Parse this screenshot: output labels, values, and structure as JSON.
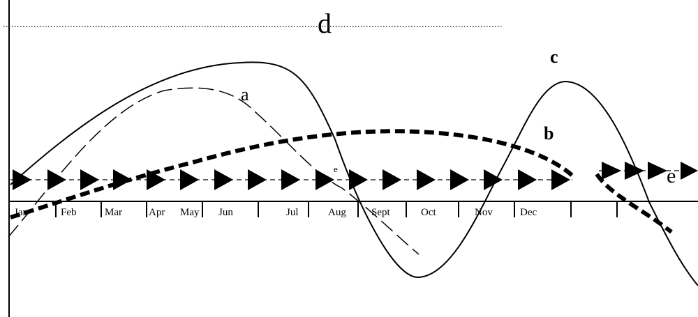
{
  "diagram": {
    "months": [
      "Jan",
      "Feb",
      "Mar",
      "Apr",
      "May",
      "Jun",
      "Jul",
      "Aug",
      "Sept",
      "Oct",
      "Nov",
      "Dec"
    ],
    "curve_labels": {
      "a": "a",
      "b": "b",
      "c": "c",
      "d": "d",
      "e": "e",
      "e_small": "e"
    },
    "line_styles": {
      "a": "long-dash",
      "b": "heavy-dash",
      "c": "solid",
      "d": "dotted",
      "e": "arrows"
    },
    "colors": {
      "ink": "#000000",
      "background": "#ffffff"
    }
  }
}
